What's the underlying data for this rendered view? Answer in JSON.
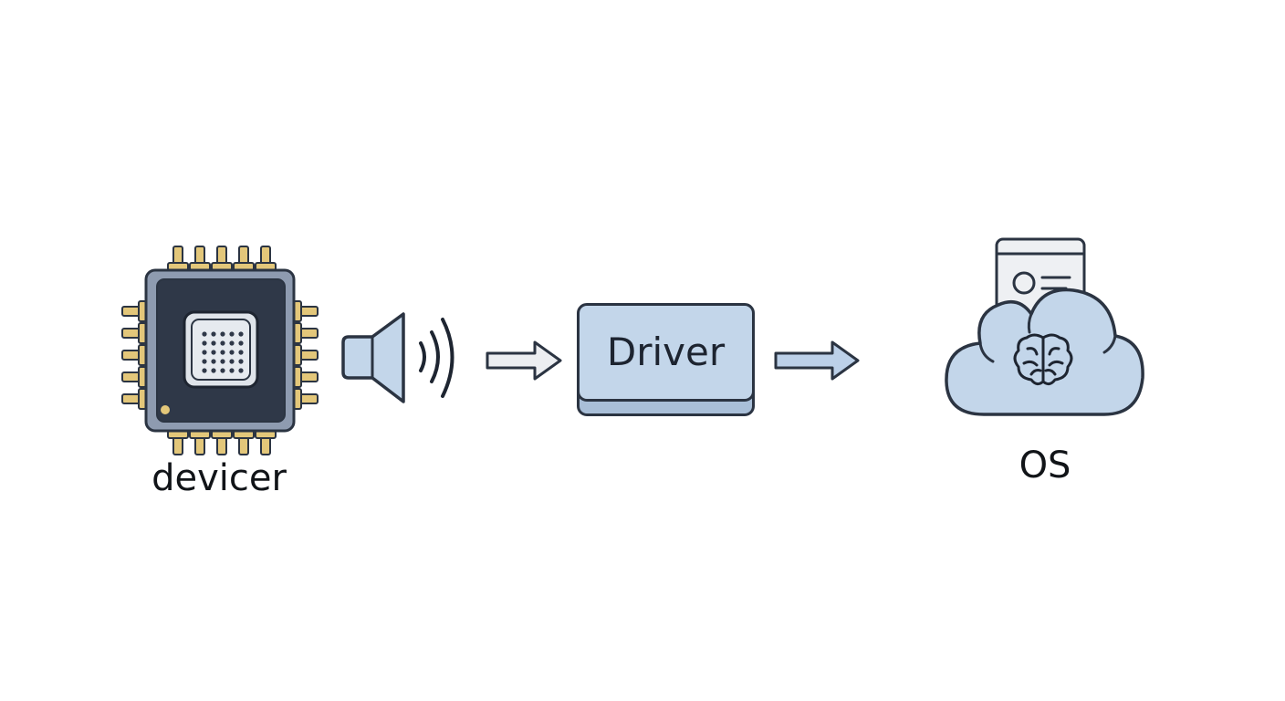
{
  "diagram": {
    "nodes": {
      "device": {
        "label": "devicer",
        "icon": "microchip-icon"
      },
      "signal": {
        "icon": "speaker-icon"
      },
      "driver": {
        "label": "Driver"
      },
      "os": {
        "label": "OS",
        "icon": "cloud-brain-icon"
      }
    },
    "edges": [
      {
        "from": "signal",
        "to": "driver"
      },
      {
        "from": "driver",
        "to": "os"
      }
    ],
    "colors": {
      "outline": "#2b3442",
      "chip_body": "#2f3848",
      "chip_frame": "#8e9bb0",
      "pins": "#e3c77a",
      "light_blue": "#c3d6ea",
      "arrow_fill_gray": "#eceef1",
      "arrow_fill_blue": "#bcd0e8"
    }
  }
}
